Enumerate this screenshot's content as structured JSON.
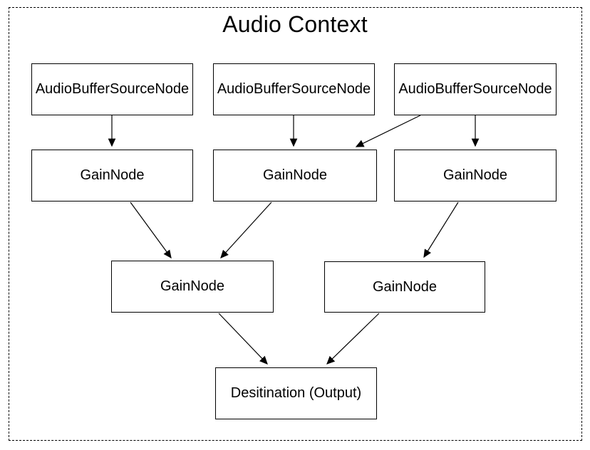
{
  "diagram": {
    "title": "Audio Context",
    "nodes": [
      {
        "id": "source-1",
        "type": "AudioBufferSourceNode",
        "label": "AudioBufferSourceNode"
      },
      {
        "id": "source-2",
        "type": "AudioBufferSourceNode",
        "label": "AudioBufferSourceNode"
      },
      {
        "id": "source-3",
        "type": "AudioBufferSourceNode",
        "label": "AudioBufferSourceNode"
      },
      {
        "id": "gain-1",
        "type": "GainNode",
        "label": "GainNode"
      },
      {
        "id": "gain-2",
        "type": "GainNode",
        "label": "GainNode"
      },
      {
        "id": "gain-3",
        "type": "GainNode",
        "label": "GainNode"
      },
      {
        "id": "gain-4",
        "type": "GainNode",
        "label": "GainNode"
      },
      {
        "id": "gain-5",
        "type": "GainNode",
        "label": "GainNode"
      },
      {
        "id": "destination",
        "type": "Destination",
        "label": "Desitination (Output)"
      }
    ],
    "edges": [
      {
        "from": "source-1",
        "to": "gain-1"
      },
      {
        "from": "source-2",
        "to": "gain-2"
      },
      {
        "from": "source-3",
        "to": "gain-2"
      },
      {
        "from": "source-3",
        "to": "gain-3"
      },
      {
        "from": "gain-1",
        "to": "gain-4"
      },
      {
        "from": "gain-2",
        "to": "gain-4"
      },
      {
        "from": "gain-3",
        "to": "gain-5"
      },
      {
        "from": "gain-4",
        "to": "destination"
      },
      {
        "from": "gain-5",
        "to": "destination"
      }
    ],
    "colors": {
      "background": "#ffffff",
      "line": "#000000",
      "text": "#000000"
    }
  }
}
